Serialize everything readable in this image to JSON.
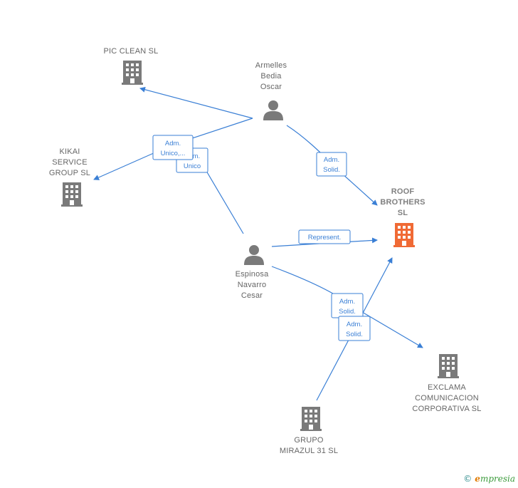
{
  "colors": {
    "edge": "#3a7fd5",
    "company": "#7a7a7a",
    "main_company": "#f06a35",
    "person": "#7a7a7a"
  },
  "nodes": {
    "pic_clean": {
      "lines": [
        "PIC CLEAN  SL"
      ],
      "kind": "company"
    },
    "kikai": {
      "lines": [
        "KIKAI",
        "SERVICE",
        "GROUP  SL"
      ],
      "kind": "company"
    },
    "armelles": {
      "lines": [
        "Armelles",
        "Bedia",
        "Oscar"
      ],
      "kind": "person"
    },
    "roof_brothers": {
      "lines": [
        "ROOF",
        "BROTHERS",
        "SL"
      ],
      "kind": "main-company"
    },
    "espinosa": {
      "lines": [
        "Espinosa",
        "Navarro",
        "Cesar"
      ],
      "kind": "person"
    },
    "exclama": {
      "lines": [
        "EXCLAMA",
        "COMUNICACION",
        "CORPORATIVA SL"
      ],
      "kind": "company"
    },
    "grupo_mirazul": {
      "lines": [
        "GRUPO",
        "MIRAZUL 31 SL"
      ],
      "kind": "company"
    }
  },
  "edges": {
    "adm_unico_a": [
      "Adm.",
      "Unico,..."
    ],
    "adm_unico_b": [
      "Adm.",
      "Unico"
    ],
    "adm_solid_armelles": [
      "Adm.",
      "Solid."
    ],
    "represent": [
      "Represent."
    ],
    "adm_solid_exclama": [
      "Adm.",
      "Solid."
    ],
    "adm_solid_grupo": [
      "Adm.",
      "Solid."
    ]
  },
  "footer": {
    "copyright": "©",
    "brand_initial": "e",
    "brand_rest": "mpresia"
  }
}
